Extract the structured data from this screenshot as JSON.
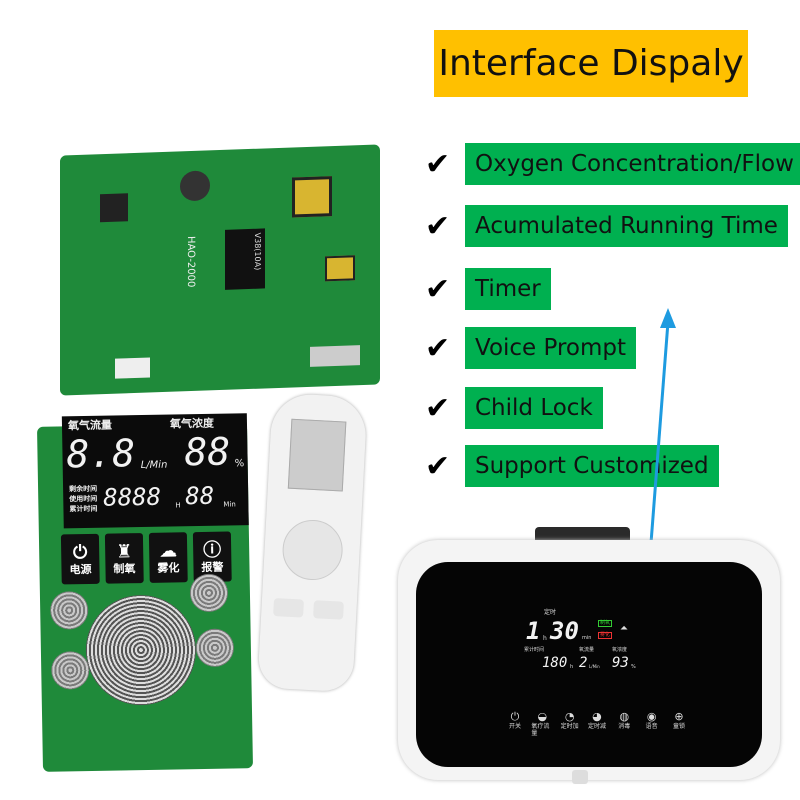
{
  "title": "Interface Dispaly",
  "features": [
    {
      "label": "Oxygen Concentration/Flow",
      "icon": "check-icon"
    },
    {
      "label": "Acumulated Running Time",
      "icon": "check-icon"
    },
    {
      "label": "Timer",
      "icon": "check-icon"
    },
    {
      "label": "Voice Prompt",
      "icon": "check-icon"
    },
    {
      "label": "Child Lock",
      "icon": "check-icon"
    },
    {
      "label": "Support Customized",
      "icon": "check-icon"
    }
  ],
  "check_glyph": "✔",
  "pcb_board": {
    "silk_text": "HAO-2000",
    "relay_label": "V38(10A)"
  },
  "display_board": {
    "flow_label": "氧气流量",
    "conc_label": "氧气浓度",
    "flow_value": "8.8",
    "flow_unit": "L/Min",
    "conc_value": "88",
    "conc_unit": "%",
    "time_labels": [
      "剩余时间",
      "使用时间",
      "累计时间"
    ],
    "hours_value": "8888",
    "hours_unit": "H",
    "min_value": "88",
    "min_unit": "Min",
    "buttons": [
      {
        "label": "电源",
        "icon": "power-icon",
        "glyph": "⏻"
      },
      {
        "label": "制氧",
        "icon": "bottle-icon",
        "glyph": "♜"
      },
      {
        "label": "雾化",
        "icon": "mist-icon",
        "glyph": "☁"
      },
      {
        "label": "报警",
        "icon": "alert-icon",
        "glyph": "ⓘ"
      }
    ]
  },
  "device_display": {
    "timer_label": "定时",
    "timer_hours": "1",
    "timer_h_unit": "h",
    "timer_minutes": "30",
    "timer_min_unit": "min",
    "cumulative_label": "累计时间",
    "cumulative_value": "180",
    "cumulative_unit": "h",
    "flow_label": "氧流量",
    "flow_value": "2",
    "flow_unit": "L/Min",
    "conc_label": "氧浓度",
    "conc_value": "93",
    "conc_unit": "%",
    "status_green": "制氧",
    "status_red": "雾化",
    "buttons": [
      {
        "label": "开关",
        "glyph": "⏻",
        "icon": "power-icon"
      },
      {
        "label": "氧疗流量",
        "glyph": "◒",
        "icon": "flow-icon"
      },
      {
        "label": "定时加",
        "glyph": "◔",
        "icon": "timer-plus-icon"
      },
      {
        "label": "定时减",
        "glyph": "◕",
        "icon": "timer-minus-icon"
      },
      {
        "label": "消毒",
        "glyph": "◍",
        "icon": "sterilize-icon"
      },
      {
        "label": "语音",
        "glyph": "◉",
        "icon": "voice-icon"
      },
      {
        "label": "童锁",
        "glyph": "⊕",
        "icon": "lock-icon"
      }
    ]
  },
  "colors": {
    "title_bg": "#FFC000",
    "feature_bg": "#00B050",
    "arrow": "#1E9BE0",
    "pcb": "#1f8a3a"
  }
}
